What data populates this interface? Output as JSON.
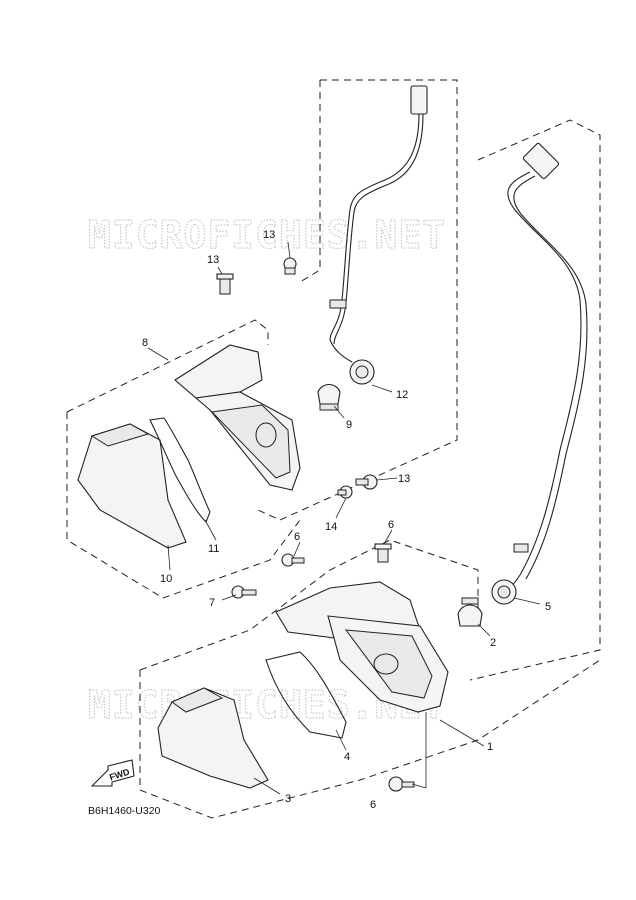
{
  "watermarks": [
    "MICROFICHES.NET",
    "MICROFICHES.NET"
  ],
  "callouts": {
    "c1": "1",
    "c2": "2",
    "c3": "3",
    "c4": "4",
    "c5": "5",
    "c6a": "6",
    "c6b": "6",
    "c6c": "6",
    "c7": "7",
    "c8": "8",
    "c9": "9",
    "c10": "10",
    "c11": "11",
    "c12": "12",
    "c13a": "13",
    "c13b": "13",
    "c13c": "13",
    "c14": "14"
  },
  "fwd_label": "FWD",
  "diagram_code": "B6H1460-U320"
}
